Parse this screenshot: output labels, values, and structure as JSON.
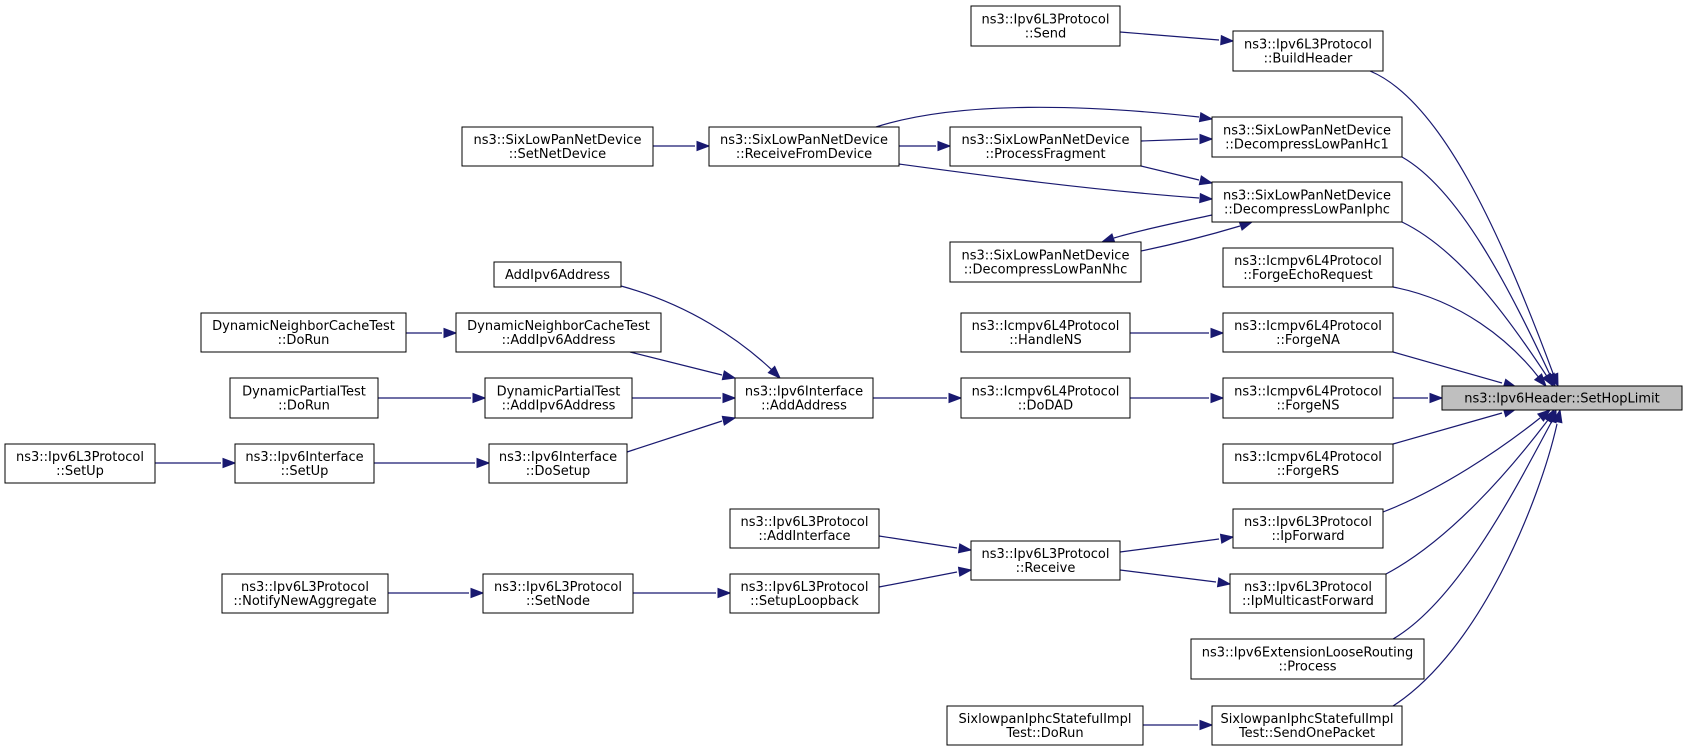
{
  "colors": {
    "edge": "#191970",
    "root_fill": "#bfbfbf",
    "node_fill": "#ffffff",
    "border": "#000000"
  },
  "nodes": [
    {
      "id": "root",
      "lines": [
        "ns3::Ipv6Header::SetHopLimit"
      ],
      "root": true
    },
    {
      "id": "send",
      "lines": [
        "ns3::Ipv6L3Protocol",
        "::Send"
      ]
    },
    {
      "id": "buildheader",
      "lines": [
        "ns3::Ipv6L3Protocol",
        "::BuildHeader"
      ]
    },
    {
      "id": "setnetdevice",
      "lines": [
        "ns3::SixLowPanNetDevice",
        "::SetNetDevice"
      ]
    },
    {
      "id": "receivefromdevice",
      "lines": [
        "ns3::SixLowPanNetDevice",
        "::ReceiveFromDevice"
      ]
    },
    {
      "id": "processfragment",
      "lines": [
        "ns3::SixLowPanNetDevice",
        "::ProcessFragment"
      ]
    },
    {
      "id": "decomphc1",
      "lines": [
        "ns3::SixLowPanNetDevice",
        "::DecompressLowPanHc1"
      ]
    },
    {
      "id": "decompiphc",
      "lines": [
        "ns3::SixLowPanNetDevice",
        "::DecompressLowPanIphc"
      ]
    },
    {
      "id": "decompnhc",
      "lines": [
        "ns3::SixLowPanNetDevice",
        "::DecompressLowPanNhc"
      ]
    },
    {
      "id": "forgeecho",
      "lines": [
        "ns3::Icmpv6L4Protocol",
        "::ForgeEchoRequest"
      ]
    },
    {
      "id": "addipv6addr",
      "lines": [
        "AddIpv6Address"
      ]
    },
    {
      "id": "dnctdorun",
      "lines": [
        "DynamicNeighborCacheTest",
        "::DoRun"
      ]
    },
    {
      "id": "dnctadd",
      "lines": [
        "DynamicNeighborCacheTest",
        "::AddIpv6Address"
      ]
    },
    {
      "id": "handlens",
      "lines": [
        "ns3::Icmpv6L4Protocol",
        "::HandleNS"
      ]
    },
    {
      "id": "forgena",
      "lines": [
        "ns3::Icmpv6L4Protocol",
        "::ForgeNA"
      ]
    },
    {
      "id": "dptdorun",
      "lines": [
        "DynamicPartialTest",
        "::DoRun"
      ]
    },
    {
      "id": "dptadd",
      "lines": [
        "DynamicPartialTest",
        "::AddIpv6Address"
      ]
    },
    {
      "id": "addaddress",
      "lines": [
        "ns3::Ipv6Interface",
        "::AddAddress"
      ]
    },
    {
      "id": "dodad",
      "lines": [
        "ns3::Icmpv6L4Protocol",
        "::DoDAD"
      ]
    },
    {
      "id": "forgens",
      "lines": [
        "ns3::Icmpv6L4Protocol",
        "::ForgeNS"
      ]
    },
    {
      "id": "l3setup",
      "lines": [
        "ns3::Ipv6L3Protocol",
        "::SetUp"
      ]
    },
    {
      "id": "ifsetup",
      "lines": [
        "ns3::Ipv6Interface",
        "::SetUp"
      ]
    },
    {
      "id": "dosetup",
      "lines": [
        "ns3::Ipv6Interface",
        "::DoSetup"
      ]
    },
    {
      "id": "forgers",
      "lines": [
        "ns3::Icmpv6L4Protocol",
        "::ForgeRS"
      ]
    },
    {
      "id": "addinterface",
      "lines": [
        "ns3::Ipv6L3Protocol",
        "::AddInterface"
      ]
    },
    {
      "id": "receive",
      "lines": [
        "ns3::Ipv6L3Protocol",
        "::Receive"
      ]
    },
    {
      "id": "ipforward",
      "lines": [
        "ns3::Ipv6L3Protocol",
        "::IpForward"
      ]
    },
    {
      "id": "notifynewagg",
      "lines": [
        "ns3::Ipv6L3Protocol",
        "::NotifyNewAggregate"
      ]
    },
    {
      "id": "setnode",
      "lines": [
        "ns3::Ipv6L3Protocol",
        "::SetNode"
      ]
    },
    {
      "id": "setuploopback",
      "lines": [
        "ns3::Ipv6L3Protocol",
        "::SetupLoopback"
      ]
    },
    {
      "id": "ipmcforward",
      "lines": [
        "ns3::Ipv6L3Protocol",
        "::IpMulticastForward"
      ]
    },
    {
      "id": "looserouting",
      "lines": [
        "ns3::Ipv6ExtensionLooseRouting",
        "::Process"
      ]
    },
    {
      "id": "sixdorun",
      "lines": [
        "SixlowpanIphcStatefulImpl",
        "Test::DoRun"
      ]
    },
    {
      "id": "sixsend",
      "lines": [
        "SixlowpanIphcStatefulImpl",
        "Test::SendOnePacket"
      ]
    }
  ],
  "edges": [
    {
      "from": "send",
      "to": "buildheader"
    },
    {
      "from": "buildheader",
      "to": "root"
    },
    {
      "from": "setnetdevice",
      "to": "receivefromdevice"
    },
    {
      "from": "receivefromdevice",
      "to": "processfragment"
    },
    {
      "from": "receivefromdevice",
      "to": "decomphc1"
    },
    {
      "from": "receivefromdevice",
      "to": "decompiphc"
    },
    {
      "from": "processfragment",
      "to": "decomphc1"
    },
    {
      "from": "processfragment",
      "to": "decompiphc"
    },
    {
      "from": "decompnhc",
      "to": "decompiphc"
    },
    {
      "from": "decompiphc",
      "to": "decompnhc"
    },
    {
      "from": "decomphc1",
      "to": "root"
    },
    {
      "from": "decompiphc",
      "to": "root"
    },
    {
      "from": "forgeecho",
      "to": "root"
    },
    {
      "from": "addipv6addr",
      "to": "addaddress"
    },
    {
      "from": "dnctdorun",
      "to": "dnctadd"
    },
    {
      "from": "dnctadd",
      "to": "addaddress"
    },
    {
      "from": "dptdorun",
      "to": "dptadd"
    },
    {
      "from": "dptadd",
      "to": "addaddress"
    },
    {
      "from": "l3setup",
      "to": "ifsetup"
    },
    {
      "from": "ifsetup",
      "to": "dosetup"
    },
    {
      "from": "dosetup",
      "to": "addaddress"
    },
    {
      "from": "addaddress",
      "to": "dodad"
    },
    {
      "from": "dodad",
      "to": "forgens"
    },
    {
      "from": "handlens",
      "to": "forgena"
    },
    {
      "from": "forgena",
      "to": "root"
    },
    {
      "from": "forgens",
      "to": "root"
    },
    {
      "from": "forgers",
      "to": "root"
    },
    {
      "from": "addinterface",
      "to": "receive"
    },
    {
      "from": "setuploopback",
      "to": "receive"
    },
    {
      "from": "notifynewagg",
      "to": "setnode"
    },
    {
      "from": "setnode",
      "to": "setuploopback"
    },
    {
      "from": "receive",
      "to": "ipforward"
    },
    {
      "from": "receive",
      "to": "ipmcforward"
    },
    {
      "from": "ipforward",
      "to": "root"
    },
    {
      "from": "ipmcforward",
      "to": "root"
    },
    {
      "from": "looserouting",
      "to": "root"
    },
    {
      "from": "sixdorun",
      "to": "sixsend"
    },
    {
      "from": "sixsend",
      "to": "root"
    }
  ]
}
